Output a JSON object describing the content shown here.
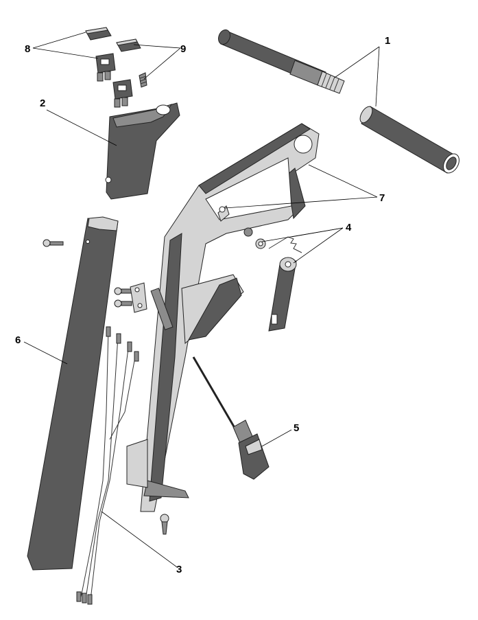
{
  "callouts": {
    "c1": "1",
    "c2": "2",
    "c3": "3",
    "c4": "4",
    "c5": "5",
    "c6": "6",
    "c7": "7",
    "c8": "8",
    "c9": "9"
  },
  "colors": {
    "part_dark": "#5a5a5a",
    "part_mid": "#8c8c8c",
    "part_light": "#d4d4d4",
    "line": "#000000"
  }
}
